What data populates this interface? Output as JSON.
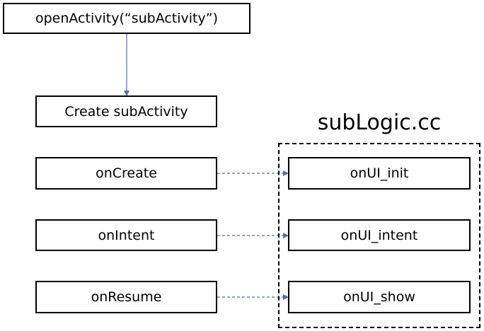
{
  "diagram": {
    "start_box": "openActivity(“subActivity”)",
    "create_box": "Create subActivity",
    "lifecycle": [
      {
        "label": "onCreate"
      },
      {
        "label": "onIntent"
      },
      {
        "label": "onResume"
      }
    ],
    "logic_group": {
      "title": "subLogic.cc",
      "handlers": [
        {
          "label": "onUI_init"
        },
        {
          "label": "onUI_intent"
        },
        {
          "label": "onUI_show"
        }
      ]
    },
    "colors": {
      "border": "#000000",
      "arrow": "#4a70b5"
    }
  }
}
